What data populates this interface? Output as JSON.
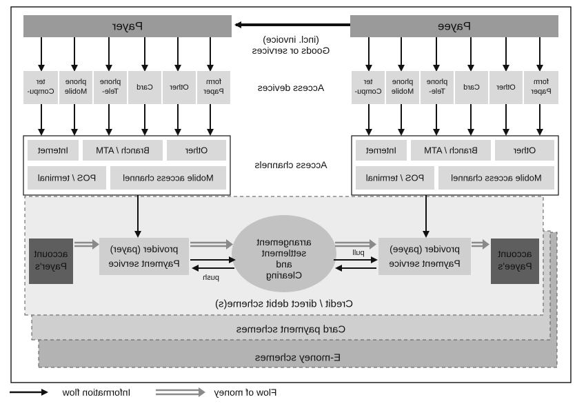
{
  "payer_bar": {
    "label": "Payer"
  },
  "payee_bar": {
    "label": "Payee"
  },
  "goods_flow": {
    "line1": "Goods or services",
    "line2": "(incl. invoice)"
  },
  "access_devices": {
    "label": "Access devices",
    "payer": [
      {
        "line1": "Compu-",
        "line2": "ter"
      },
      {
        "line1": "Mobile",
        "line2": "phone"
      },
      {
        "line1": "Tele-",
        "line2": "phone"
      },
      {
        "line1": "Card",
        "line2": ""
      },
      {
        "line1": "Other",
        "line2": ""
      },
      {
        "line1": "Paper",
        "line2": "form"
      }
    ],
    "payee": [
      {
        "line1": "Compu-",
        "line2": "ter"
      },
      {
        "line1": "Mobile",
        "line2": "phone"
      },
      {
        "line1": "Tele-",
        "line2": "phone"
      },
      {
        "line1": "Card",
        "line2": ""
      },
      {
        "line1": "Other",
        "line2": ""
      },
      {
        "line1": "Paper",
        "line2": "form"
      }
    ]
  },
  "access_channels": {
    "label": "Access channels",
    "internet": "Internet",
    "branch_atm": "Branch / ATM",
    "other": "Other",
    "pos_terminal": "POS / terminal",
    "mobile_access": "Mobile access channel"
  },
  "payer_account": {
    "line1": "Payer's",
    "line2": "account"
  },
  "payee_account": {
    "line1": "Payee's",
    "line2": "account"
  },
  "payer_psp": {
    "line1": "Payment service",
    "line2": "provider (payer)"
  },
  "payee_psp": {
    "line1": "Payment service",
    "line2": "provider (payee)"
  },
  "clearing": {
    "line1": "Clearing",
    "line2": "and",
    "line3": "settlement",
    "line4": "arrangement"
  },
  "push_label": "push",
  "pull_label": "pull",
  "schemes": {
    "credit_debit": "Credit / direct debit scheme(s)",
    "card": "Card payment schemes",
    "emoney": "E-money schemes"
  },
  "legend": {
    "information_flow": "Information flow",
    "money_flow": "Flow of money"
  },
  "colors": {
    "bar_gray": "#9a9a9a",
    "light_box": "#d9d9d9",
    "account_dark": "#5e5e5e",
    "scheme_light": "#ececec",
    "scheme_mid": "#cfcfcf",
    "scheme_dark": "#b3b3b3",
    "ellipse": "#c2c2c2"
  }
}
